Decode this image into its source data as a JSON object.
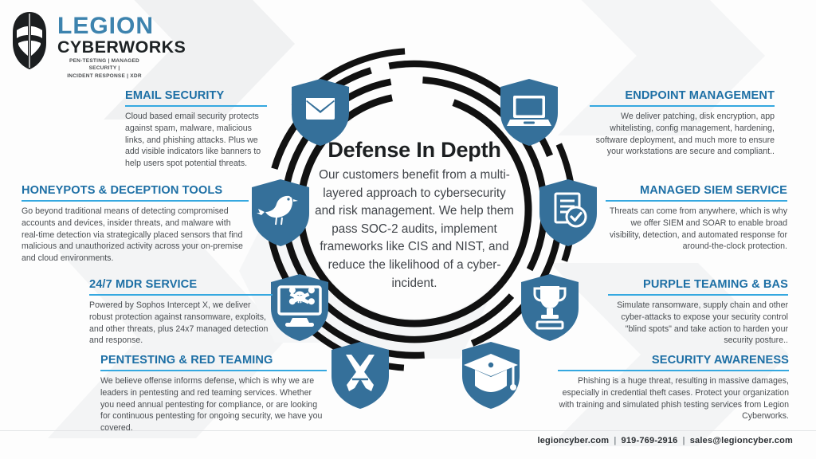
{
  "brand": {
    "logo_icon": "spartan-helmet-icon",
    "name_line1": "LEGION",
    "name_line2": "CYBERWORKS",
    "tagline_line1": "PEN-TESTING | MANAGED SECURITY |",
    "tagline_line2": "INCIDENT RESPONSE | XDR",
    "accent_blue": "#3d83ae",
    "heading_blue": "#1d6fa5",
    "rule_blue": "#35a8e0",
    "shield_blue": "#35709a",
    "ring_black": "#111111"
  },
  "center": {
    "title": "Defense In Depth",
    "body": "Our customers benefit from a multi-layered approach to cybersecurity and risk management.  We help them pass SOC-2 audits, implement frameworks like CIS and NIST, and reduce the likelihood of a cyber-incident."
  },
  "sections": {
    "email_security": {
      "title": "EMAIL SECURITY",
      "body": "Cloud based email security protects against spam, malware, malicious links, and phishing attacks.  Plus we add visible indicators like banners to help users spot potential threats.",
      "icon": "shield-envelope-icon"
    },
    "honeypots": {
      "title": "HONEYPOTS & DECEPTION TOOLS",
      "body": "Go beyond traditional means of detecting compromised accounts and devices, insider threats, and malware with real-time detection via strategically placed sensors that find malicious and unauthorized activity across your on-premise and cloud environments.",
      "icon": "shield-bird-icon"
    },
    "mdr": {
      "title": "24/7 MDR SERVICE",
      "body": "Powered by Sophos Intercept X, we deliver robust protection against ransomware, exploits, and other threats, plus 24x7 managed detection and response.",
      "icon": "shield-monitor-skull-icon"
    },
    "pentesting": {
      "title": "PENTESTING & RED TEAMING",
      "body": "We believe offense informs defense, which is why we are leaders in pentesting and red teaming services. Whether you need annual pentesting for compliance, or are looking for continuous pentesting for ongoing security, we have you covered.",
      "icon": "shield-crossed-swords-icon"
    },
    "endpoint_management": {
      "title": "ENDPOINT MANAGEMENT",
      "body": "We deliver patching, disk encryption, app whitelisting, config management, hardening, software deployment, and much more to ensure your workstations are secure and compliant..",
      "icon": "shield-laptop-icon"
    },
    "managed_siem": {
      "title": "MANAGED SIEM SERVICE",
      "body": "Threats can come from anywhere, which is why we offer SIEM and SOAR to enable broad visibility, detection, and automated response for around-the-clock protection.",
      "icon": "shield-document-check-icon"
    },
    "purple_teaming": {
      "title": "PURPLE TEAMING & BAS",
      "body": "Simulate ransomware, supply chain and other cyber-attacks to expose your security control \"blind spots\" and take action to harden your security posture..",
      "icon": "shield-trophy-icon"
    },
    "security_awareness": {
      "title": "SECURITY AWARENESS",
      "body": "Phishing is a huge threat, resulting in massive damages, especially in credential theft cases.  Protect your organization with training and simulated phish testing services from Legion Cyberworks.",
      "icon": "shield-graduation-cap-icon"
    }
  },
  "footer": {
    "website": "legioncyber.com",
    "sep1": "|",
    "phone": "919-769-2916",
    "sep2": "|",
    "email": "sales@legioncyber.com"
  }
}
